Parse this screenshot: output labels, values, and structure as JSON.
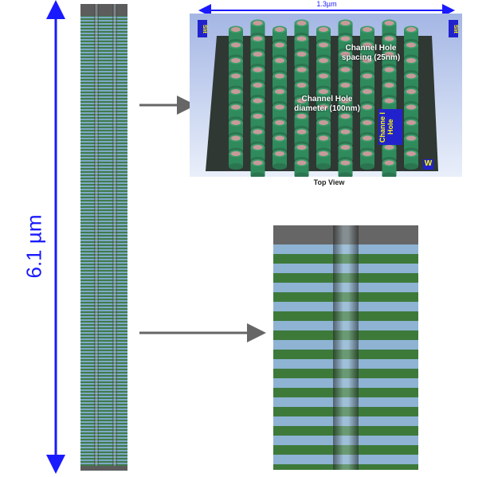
{
  "left_dimension": "6.1 µm",
  "top_view": {
    "width_dimension": "1.3µm",
    "slit_label": "Slit",
    "spacing_label": "Channel Hole spacing (25nm)",
    "diameter_label": "Channel Hole diameter (100nm)",
    "channel_hole_tag": "Channe l Hole",
    "w_tag": "W",
    "caption": "Top View"
  },
  "colors": {
    "dimension_arrow": "#1a1aff",
    "pointer_arrow": "#666666",
    "oxide": "#8eb3d3",
    "nitride": "#3d7a3a"
  }
}
